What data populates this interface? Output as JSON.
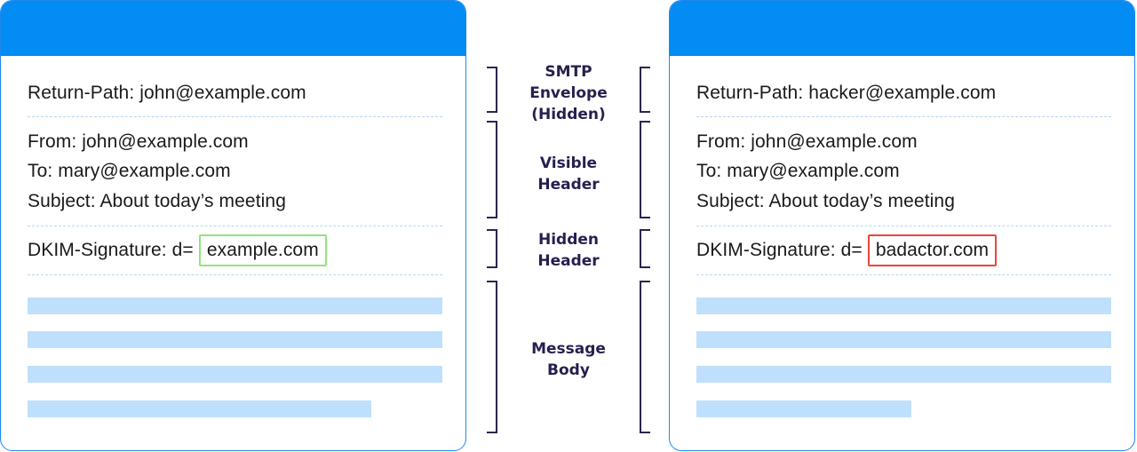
{
  "colors": {
    "card_header": "#038cf3",
    "card_border": "#1e88ee",
    "body_placeholder": "#bfe0fd",
    "divider": "#b5d6f3",
    "legit_domain_outline": "#8ee57c",
    "spoofed_domain_outline": "#e5483a",
    "label_text": "#281e4f"
  },
  "legit_email": {
    "return_path": "Return-Path: john@example.com",
    "from": "From: john@example.com",
    "to": "To: mary@example.com",
    "subject": "Subject: About today’s meeting",
    "dkim_prefix": "DKIM-Signature: d=",
    "dkim_domain": "example.com"
  },
  "spoofed_email": {
    "return_path": "Return-Path: hacker@example.com",
    "from": "From: john@example.com",
    "to": "To: mary@example.com",
    "subject": "Subject: About today’s meeting",
    "dkim_prefix": "DKIM-Signature: d=",
    "dkim_domain": "badactor.com"
  },
  "sections": {
    "smtp_envelope": [
      "SMTP",
      "Envelope",
      "(Hidden)"
    ],
    "visible_header": [
      "Visible",
      "Header"
    ],
    "hidden_header": [
      "Hidden",
      "Header"
    ],
    "message_body": [
      "Message",
      "Body"
    ]
  }
}
